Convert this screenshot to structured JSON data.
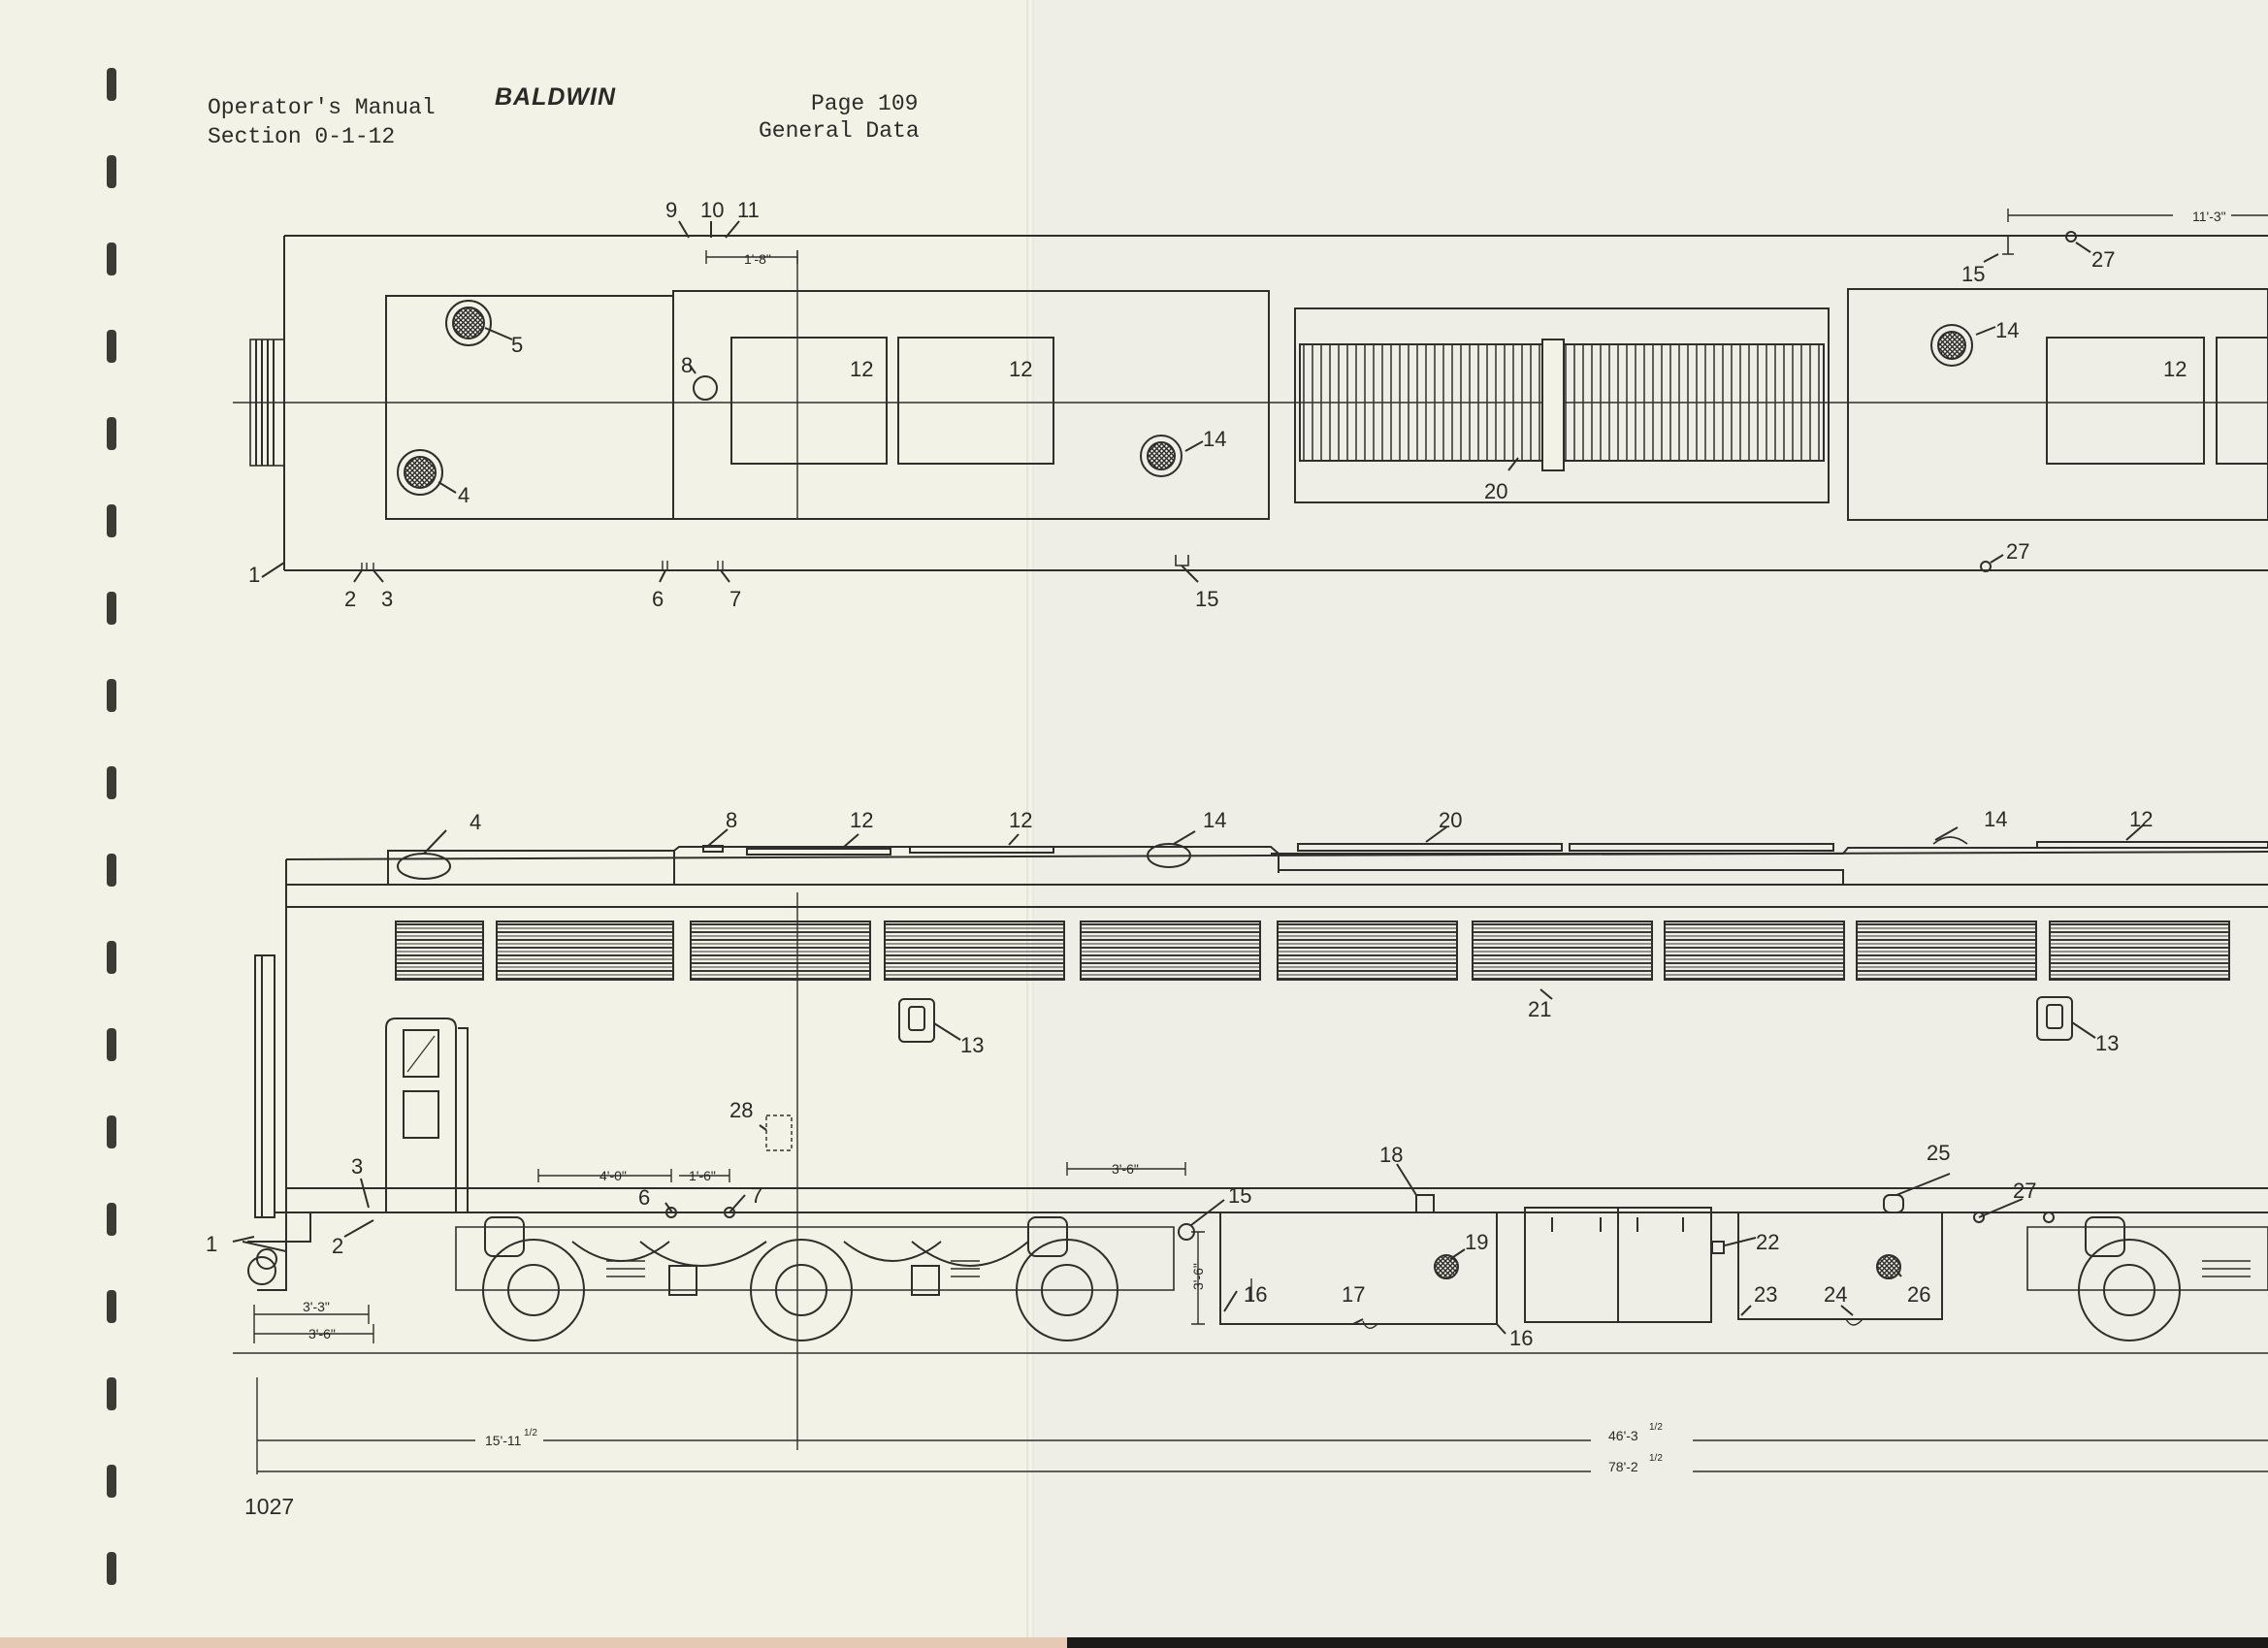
{
  "header": {
    "manual": "Operator's Manual",
    "section": "Section 0-1-12",
    "brand": "BALDWIN",
    "page": "Page 109",
    "subject": "General Data"
  },
  "sheet_number": "1027",
  "callouts": {
    "top": [
      "9",
      "10",
      "11",
      "5",
      "4",
      "8",
      "12",
      "12",
      "14",
      "20",
      "15",
      "27",
      "14",
      "12",
      "1",
      "2",
      "3",
      "6",
      "7",
      "15",
      "27"
    ],
    "side": [
      "4",
      "8",
      "12",
      "12",
      "14",
      "20",
      "14",
      "12",
      "21",
      "13",
      "13",
      "28",
      "3",
      "2",
      "1",
      "6",
      "7",
      "15",
      "18",
      "19",
      "25",
      "22",
      "27",
      "16",
      "17",
      "16",
      "23",
      "24",
      "26"
    ]
  },
  "dimensions": {
    "top_18": "1'-8\"",
    "top_113": "11'-3\"",
    "d40": "4'-0\"",
    "d16": "1'-6\"",
    "d36a": "3'-6\"",
    "d36v": "3'-6\"",
    "d33": "3'-3\"",
    "d36b": "3'-6\"",
    "d1511": "15'-11",
    "d463": "46'-3",
    "d782": "78'-2",
    "half": "1/2"
  }
}
